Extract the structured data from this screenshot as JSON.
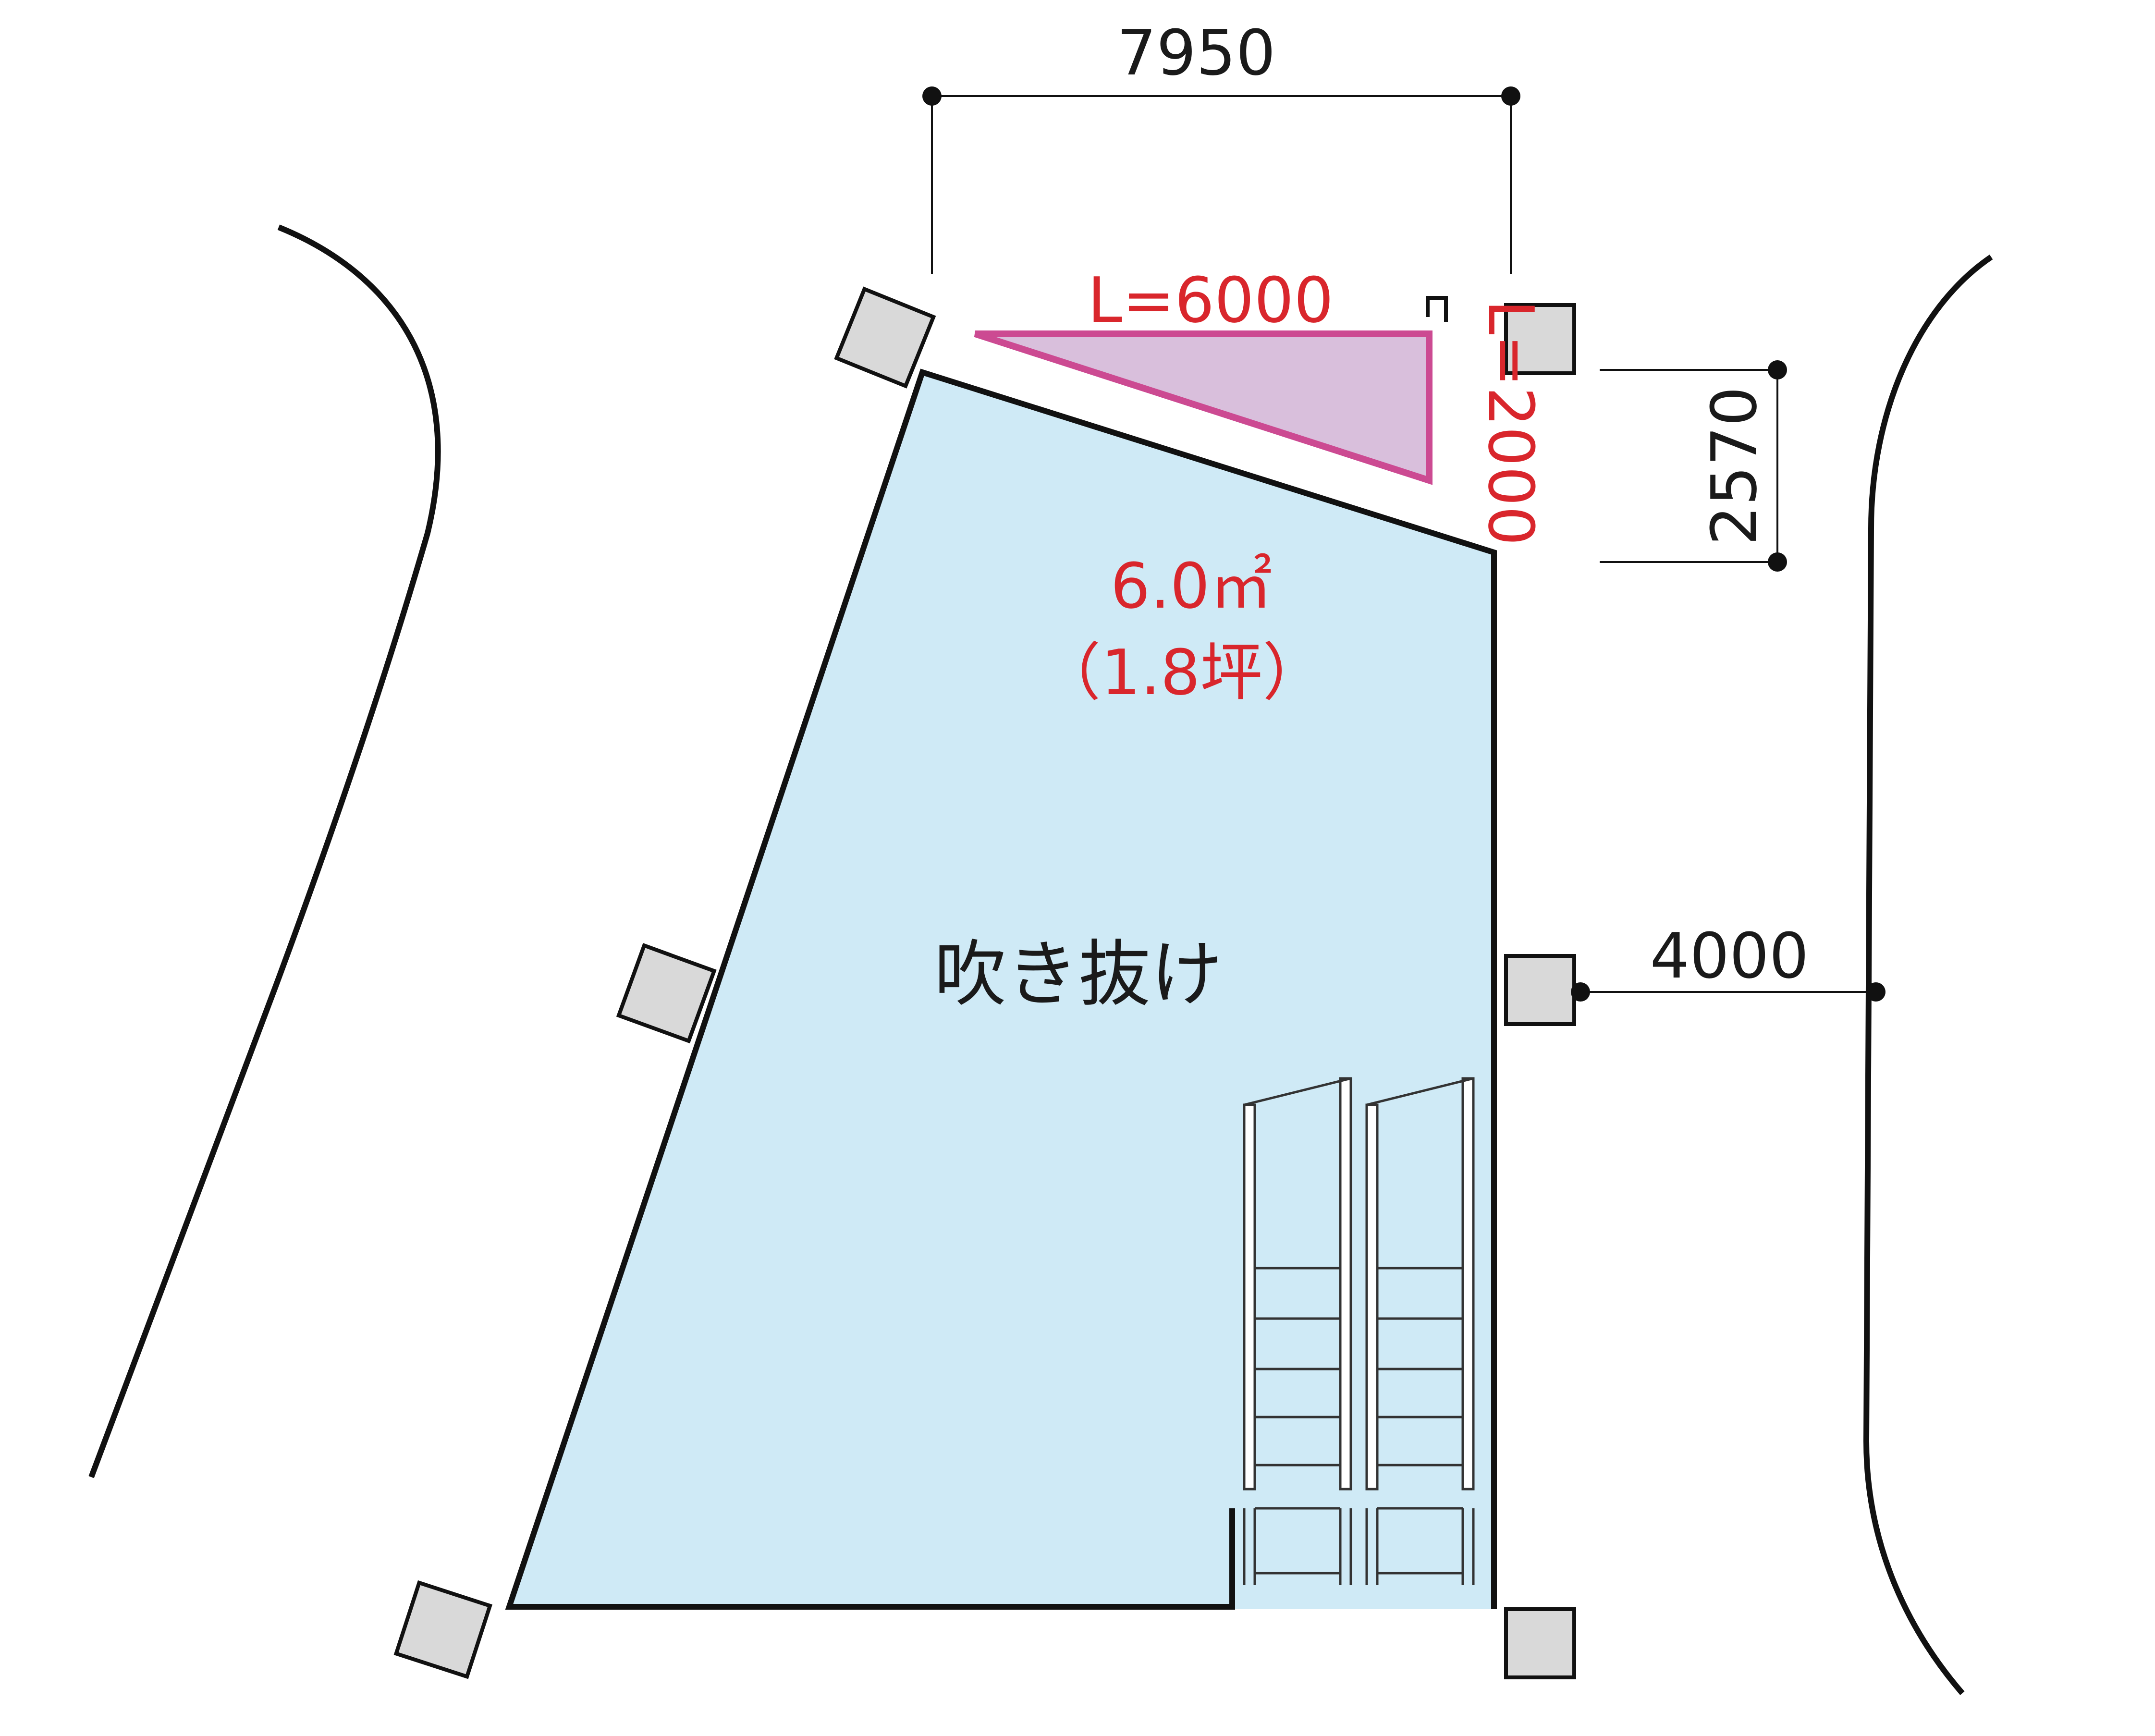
{
  "colors": {
    "void_fill": "#cfeaf6",
    "triangle_fill": "#d9bfdc",
    "triangle_stroke": "#cc4a92",
    "column_fill": "#d9d9d9",
    "red_text": "#d9262c",
    "line": "#111111"
  },
  "dimensions": {
    "top_width": "7950",
    "right_height": "2570",
    "right_offset": "4000"
  },
  "triangle": {
    "length_horizontal": "L=6000",
    "length_vertical": "L=2000"
  },
  "area": {
    "sqm": "6.0㎡",
    "tsubo": "（1.8坪）"
  },
  "void_label": "吹き抜け"
}
